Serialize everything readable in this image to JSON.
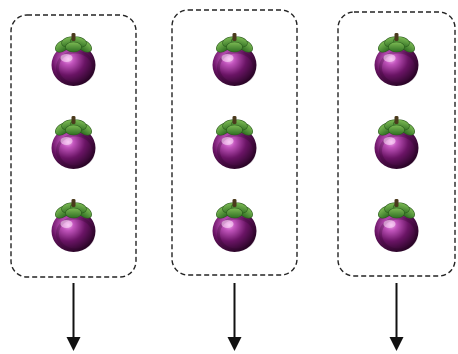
{
  "groups": [
    {
      "item_icon": "mangosteen-icon",
      "count": 3
    },
    {
      "item_icon": "mangosteen-icon",
      "count": 3
    },
    {
      "item_icon": "mangosteen-icon",
      "count": 3
    }
  ],
  "colors": {
    "group_border": "#222222",
    "arrow": "#111111",
    "fruit_body": "#5a1055",
    "fruit_highlight": "#d46bd0",
    "fruit_shadow": "#2a0428",
    "leaf": "#3f8a2e",
    "leaf_light": "#6fb24a",
    "stem": "#4a3a1c"
  }
}
